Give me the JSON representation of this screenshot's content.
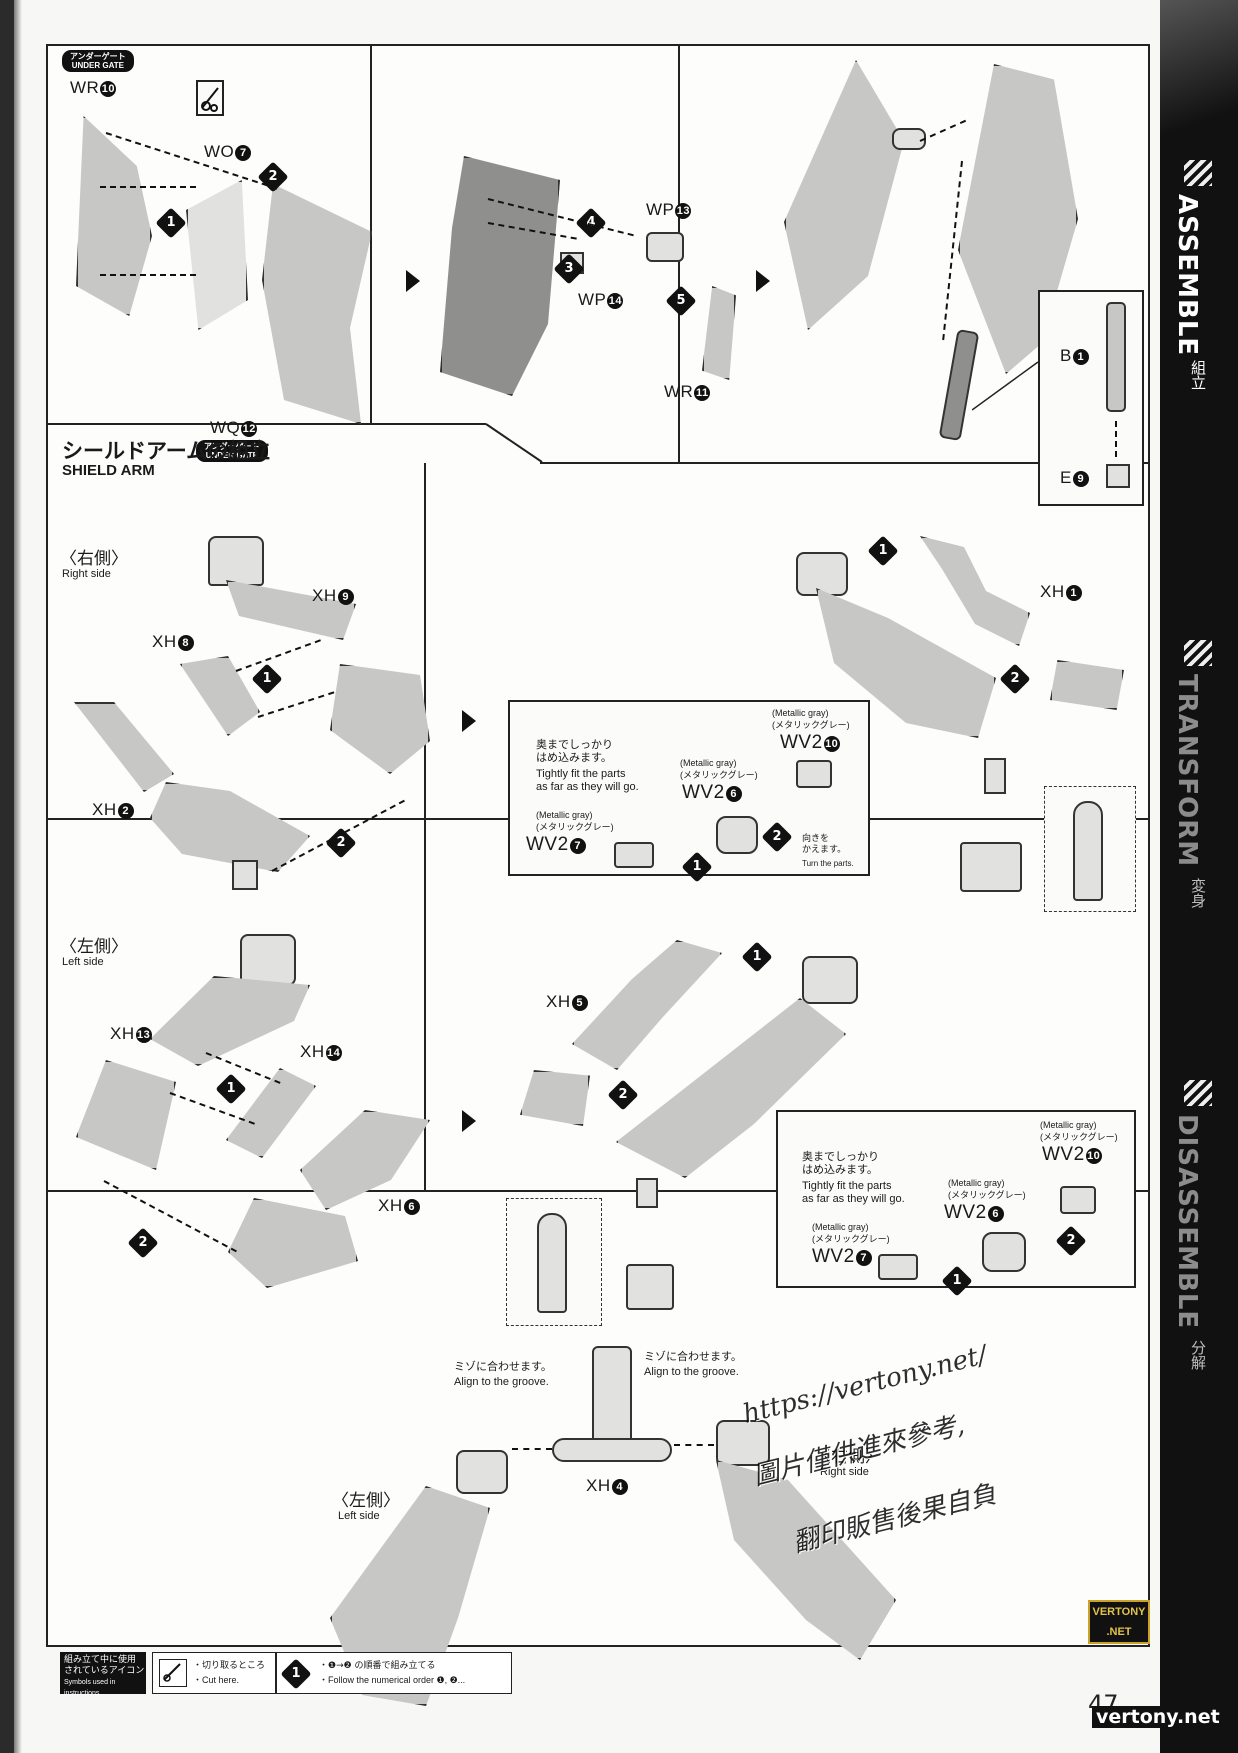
{
  "section_tabs": [
    {
      "en": "ASSEMBLE",
      "jp": "組立",
      "active": true
    },
    {
      "en": "TRANSFORM",
      "jp": "変身",
      "active": false
    },
    {
      "en": "DISASSEMBLE",
      "jp": "分解",
      "active": false
    }
  ],
  "top_row": {
    "panel1": {
      "under_gate_top": {
        "jp": "アンダーゲート",
        "en": "UNDER GATE"
      },
      "part_wr": {
        "code": "WR",
        "num": "10"
      },
      "part_wo": {
        "code": "WO",
        "num": "7"
      },
      "part_wq": {
        "code": "WQ",
        "num": "12"
      },
      "under_gate_bottom": {
        "jp": "アンダーゲート",
        "en": "UNDER GATE"
      },
      "steps": [
        "1",
        "2"
      ]
    },
    "panel2": {
      "part_wp13": {
        "code": "WP",
        "num": "13"
      },
      "part_wp14": {
        "code": "WP",
        "num": "14"
      },
      "part_wr11": {
        "code": "WR",
        "num": "11"
      },
      "steps": [
        "3",
        "4",
        "5"
      ]
    },
    "panel3": {
      "part_b": {
        "code": "B",
        "num": "1"
      },
      "part_e": {
        "code": "E",
        "num": "9"
      }
    }
  },
  "shield_arm": {
    "title_jp": "シールドアームの組立",
    "title_en": "SHIELD ARM",
    "right_side": {
      "label_jp": "〈右側〉",
      "label_en": "Right side",
      "part_xh9": {
        "code": "XH",
        "num": "9"
      },
      "part_xh8": {
        "code": "XH",
        "num": "8"
      },
      "part_xh2": {
        "code": "XH",
        "num": "2"
      },
      "part_xh1": {
        "code": "XH",
        "num": "1"
      },
      "note_jp": "奥までしっかり\nはめ込みます。",
      "note_en": "Tightly fit the parts\nas far as they will go.",
      "metallic_jp": "(メタリックグレー)",
      "metallic_en": "(Metallic gray)",
      "part_wv210": {
        "code": "WV2",
        "num": "10"
      },
      "part_wv26": {
        "code": "WV2",
        "num": "6"
      },
      "part_wv27": {
        "code": "WV2",
        "num": "7"
      },
      "turn_jp": "向きを\nかえます。",
      "turn_en": "Turn the parts."
    },
    "left_side": {
      "label_jp": "〈左側〉",
      "label_en": "Left side",
      "part_xh13": {
        "code": "XH",
        "num": "13"
      },
      "part_xh14": {
        "code": "XH",
        "num": "14"
      },
      "part_xh6": {
        "code": "XH",
        "num": "6"
      },
      "part_xh5": {
        "code": "XH",
        "num": "5"
      },
      "note_jp": "奥までしっかり\nはめ込みます。",
      "note_en": "Tightly fit the parts\nas far as they will go.",
      "metallic_jp": "(メタリックグレー)",
      "metallic_en": "(Metallic gray)",
      "part_wv210": {
        "code": "WV2",
        "num": "10"
      },
      "part_wv26": {
        "code": "WV2",
        "num": "6"
      },
      "part_wv27": {
        "code": "WV2",
        "num": "7"
      }
    },
    "bottom": {
      "groove_jp": "ミゾに合わせます。",
      "groove_en": "Align to the groove.",
      "part_xh4": {
        "code": "XH",
        "num": "4"
      },
      "left_label_jp": "〈左側〉",
      "left_label_en": "Left side",
      "right_label_jp": "〈右側〉",
      "right_label_en": "Right side"
    }
  },
  "legend": {
    "title_jp": "組み立て中に使用\nされているアイコン",
    "title_en": "Symbols used in instructions",
    "cut_jp": "・切り取るところ",
    "cut_en": "・Cut here.",
    "order_jp": "・❶→❷ の順番で組み立てる",
    "order_en": "・Follow the numerical order ❶, ❷..."
  },
  "watermark": {
    "line1": "https://vertony.net/",
    "line2": "圖片僅供進來參考,",
    "line3": "翻印販售後果自負"
  },
  "vertony_badge": "VERTONY\n.NET",
  "footer_url": "vertony.net",
  "page_number": "47"
}
